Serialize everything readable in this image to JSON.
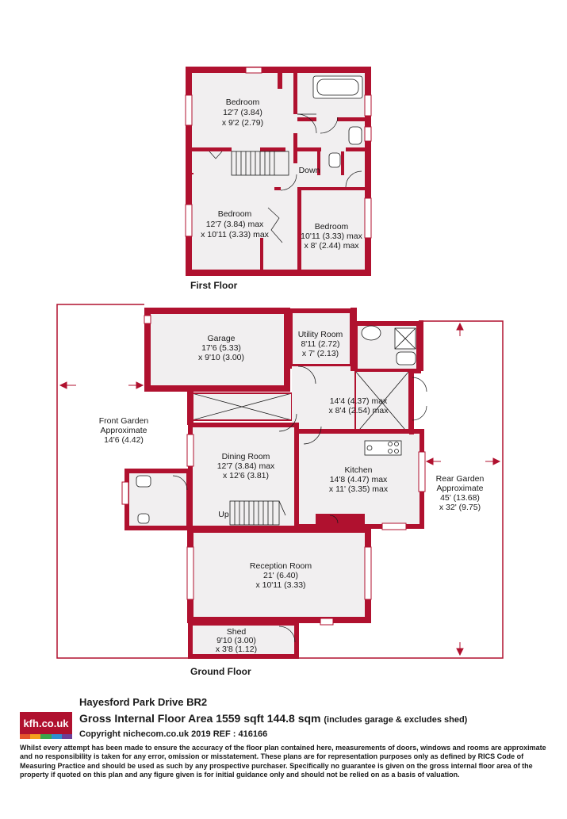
{
  "floors": {
    "first": "First Floor",
    "ground": "Ground Floor"
  },
  "rooms": {
    "bedroom1": [
      "Bedroom",
      "12'7 (3.84)",
      "x 9'2 (2.79)"
    ],
    "bedroom2": [
      "Bedroom",
      "12'7 (3.84) max",
      "x 10'11 (3.33) max"
    ],
    "bedroom3": [
      "Bedroom",
      "10'11 (3.33) max",
      "x 8' (2.44) max"
    ],
    "landing_down": "Down",
    "garage": [
      "Garage",
      "17'6 (5.33)",
      "x 9'10 (3.00)"
    ],
    "utility": [
      "Utility Room",
      "8'11 (2.72)",
      "x 7' (2.13)"
    ],
    "hall": [
      "14'4 (4.37) max",
      "x 8'4 (2.54) max"
    ],
    "front_garden": [
      "Front Garden",
      "Approximate",
      "14'6 (4.42)"
    ],
    "dining": [
      "Dining Room",
      "12'7 (3.84) max",
      "x 12'6 (3.81)"
    ],
    "stairs_up": "Up",
    "kitchen": [
      "Kitchen",
      "14'8 (4.47) max",
      "x 11' (3.35) max"
    ],
    "rear_garden": [
      "Rear Garden",
      "Approximate",
      "45' (13.68)",
      "x 32' (9.75)"
    ],
    "reception": [
      "Reception Room",
      "21' (6.40)",
      "x 10'11 (3.33)"
    ],
    "shed": [
      "Shed",
      "9'10 (3.00)",
      "x 3'8 (1.12)"
    ]
  },
  "footer": {
    "address": "Hayesford Park Drive  BR2",
    "gia": "Gross Internal Floor Area 1559 sqft 144.8 sqm",
    "gia_note": "(includes garage & excludes shed)",
    "copyright": "Copyright nichecom.co.uk 2019 REF : 416166",
    "disclaimer": "Whilst every attempt has been made to ensure the accuracy of the floor plan contained here, measurements of doors, windows and rooms are approximate and no responsibility is taken for any error, omission or misstatement.  These plans are for representation purposes only as defined by RICS Code of Measuring Practice and should be used as such by any prospective purchaser.  Specifically no guarantee is given on the gross internal floor area of the property if quoted on this plan and any figure given is for initial guidance only and should not be relied on as a basis of valuation."
  },
  "logo": {
    "text": "kfh.co.uk",
    "stripe_colors": [
      "#e4542b",
      "#f3a01d",
      "#3aa64c",
      "#2d8fd1",
      "#6d3f98"
    ]
  },
  "colors": {
    "wall": "#b0112f",
    "room_fill": "#f1eff0",
    "boundary": "#b0112f"
  }
}
